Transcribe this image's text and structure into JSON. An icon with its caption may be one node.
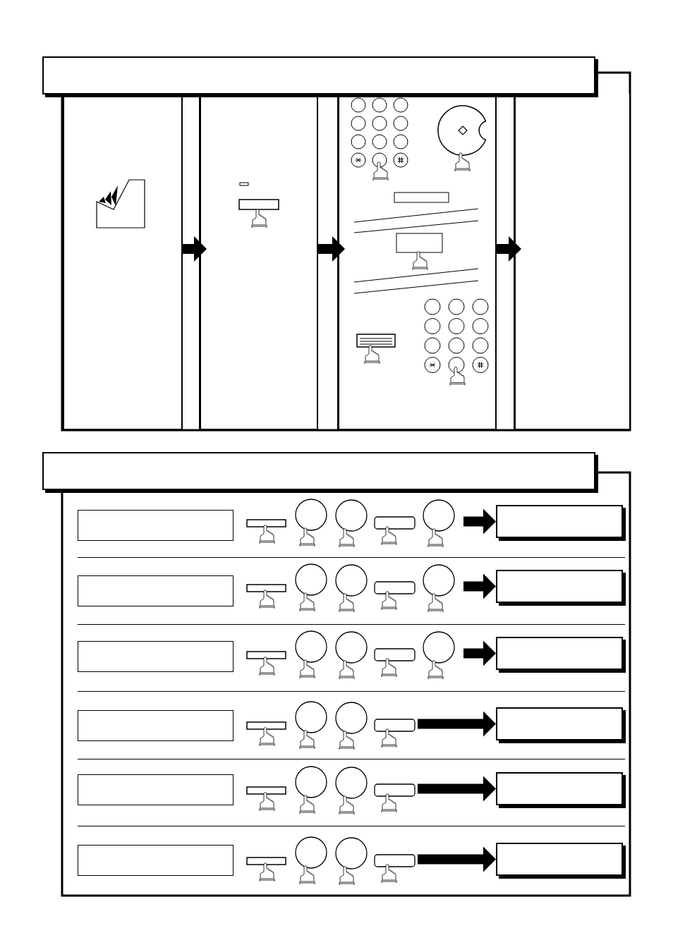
{
  "diagram": {
    "nodes": [
      {
        "text": [],
        "shape": "box"
      },
      {
        "text": [],
        "shape": "box"
      },
      {
        "text": [],
        "shape": "box"
      },
      {
        "text": [],
        "shape": "box"
      },
      {
        "text": [],
        "shape": "box"
      },
      {
        "text": [],
        "shape": "box"
      },
      {
        "text": [],
        "shape": "box"
      },
      {
        "text": [],
        "shape": "picture"
      },
      {
        "text": [],
        "shape": "box"
      },
      {
        "text": [],
        "shape": "box"
      },
      {
        "text": [],
        "shape": "picture"
      },
      {
        "text": [],
        "shape": "box"
      },
      {
        "text": [],
        "shape": "box"
      },
      {
        "text": [],
        "shape": "picture"
      },
      {
        "text": [],
        "shape": "box"
      },
      {
        "text": [],
        "shape": "box"
      },
      {
        "text": [],
        "shape": "picture"
      },
      {
        "text": [],
        "shape": "box"
      },
      {
        "text": [],
        "shape": "box"
      },
      {
        "text": [],
        "shape": "picture"
      },
      {
        "text": [],
        "shape": "box"
      },
      {
        "text": [],
        "shape": "box"
      },
      {
        "text": [],
        "shape": "picture"
      },
      {
        "text": [],
        "shape": "box"
      }
    ],
    "edges": [
      {
        "from": 1,
        "to": 2,
        "arrow": "to"
      },
      {
        "from": 2,
        "to": 3,
        "arrow": "to"
      },
      {
        "from": 3,
        "to": 4,
        "arrow": "to"
      },
      {
        "from": 7,
        "to": 8,
        "arrow": "to"
      },
      {
        "from": 10,
        "to": 11,
        "arrow": "to"
      },
      {
        "from": 13,
        "to": 14,
        "arrow": "to"
      },
      {
        "from": 16,
        "to": 17,
        "arrow": "to"
      },
      {
        "from": 19,
        "to": 20,
        "arrow": "to"
      },
      {
        "from": 22,
        "to": 23,
        "arrow": "to"
      }
    ]
  }
}
